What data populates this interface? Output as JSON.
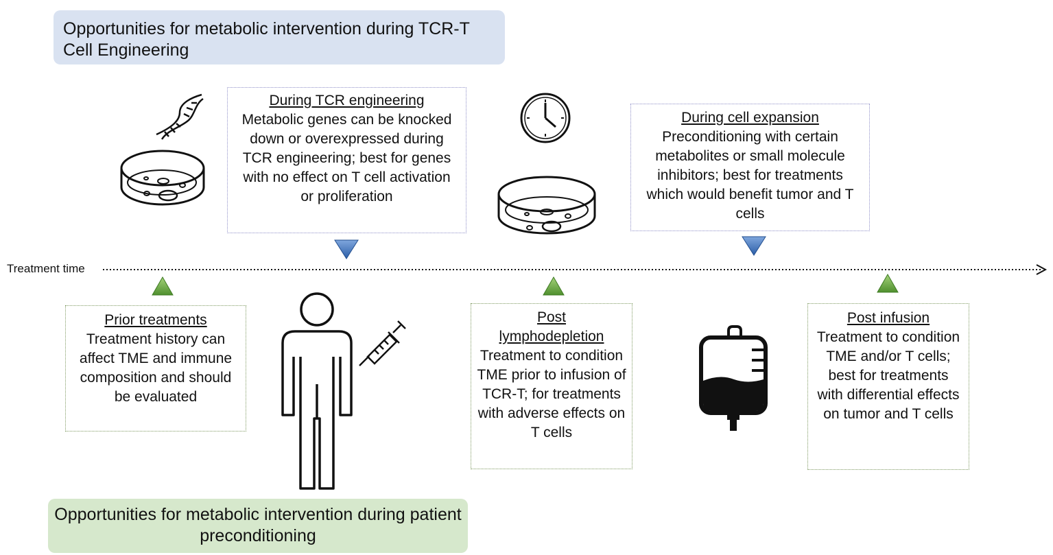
{
  "top_banner": {
    "title": "Opportunities for metabolic intervention  during TCR-T Cell Engineering",
    "color": "#d9e2f1"
  },
  "bottom_banner": {
    "title": "Opportunities for metabolic intervention during patient preconditioning",
    "color": "#d6e8cc"
  },
  "timeline": {
    "label": "Treatment  time"
  },
  "engineering_steps": [
    {
      "heading": "During TCR engineering",
      "text": "Metabolic genes can be knocked down or overexpressed during TCR engineering; best for genes with no effect on T cell activation or proliferation"
    },
    {
      "heading": "During cell expansion",
      "text": "Preconditioning with certain metabolites or small molecule inhibitors; best for treatments which would benefit tumor and T cells"
    }
  ],
  "patient_steps": [
    {
      "heading": "Prior treatments",
      "text": "Treatment history can affect TME and immune composition and should be evaluated"
    },
    {
      "heading": "Post lymphodepletion",
      "text": "Treatment to condition TME prior to infusion of TCR-T; for treatments with adverse effects on T cells"
    },
    {
      "heading": "Post infusion",
      "text": "Treatment to condition TME and/or T cells; best for treatments with differential effects on tumor and T cells"
    }
  ],
  "icons": [
    "dna-icon",
    "petri-dish-icon",
    "clock-icon",
    "person-icon",
    "syringe-icon",
    "iv-bag-icon"
  ],
  "colors": {
    "blue_marker": "#3b6fb6",
    "green_marker": "#5a9a3a"
  }
}
